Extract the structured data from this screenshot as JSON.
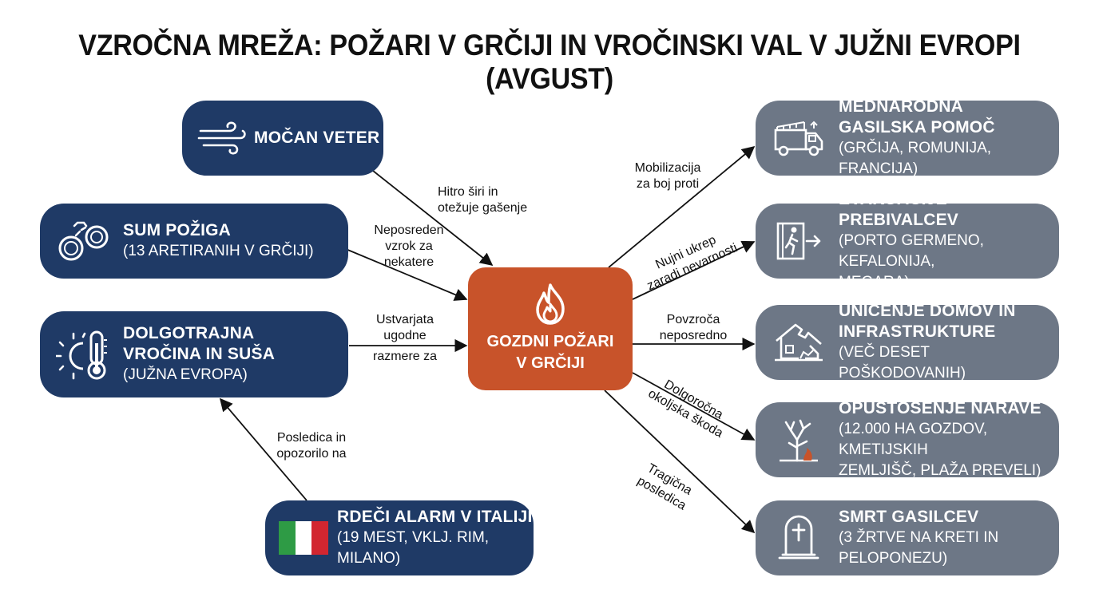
{
  "title": "VZROČNA MREŽA: POŽARI V GRČIJI IN VROČINSKI VAL V JUŽNI EVROPI (AVGUST)",
  "colors": {
    "cause": "#1f3a66",
    "effect": "#6d7786",
    "center": "#c8532a",
    "arrow": "#111111"
  },
  "center": {
    "line1": "GOZDNI POŽARI",
    "line2": "V GRČIJI",
    "icon": "flame-icon"
  },
  "causes": {
    "wind": {
      "title": "MOČAN VETER",
      "icon": "wind-icon"
    },
    "arson": {
      "title": "SUM POŽIGA",
      "sub": "(13 ARETIRANIH V GRČIJI)",
      "icon": "handcuffs-icon"
    },
    "heat": {
      "title1": "DOLGOTRAJNA",
      "title2": "VROČINA IN SUŠA",
      "sub": "(JUŽNA EVROPA)",
      "icon": "sun-thermometer-icon"
    },
    "alarm": {
      "title": "RDEČI ALARM V ITALIJI",
      "sub1": "(19 MEST, VKLJ. RIM,",
      "sub2": "MILANO)",
      "icon": "italy-flag-icon"
    }
  },
  "effects": {
    "aid": {
      "title1": "MEDNARODNA",
      "title2": "GASILSKA POMOČ",
      "sub": "(GRČIJA, ROMUNIJA, FRANCIJA)",
      "icon": "fire-truck-icon"
    },
    "evac": {
      "title": "EVAKUACIJE PREBIVALCEV",
      "sub1": "(PORTO GERMENO, KEFALONIJA,",
      "sub2": "MEGARA)",
      "icon": "exit-door-icon"
    },
    "homes": {
      "title1": "UNIČENJE DOMOV IN",
      "title2": "INFRASTRUKTURE",
      "sub": "(VEČ DESET POŠKODOVANIH)",
      "icon": "damaged-house-icon"
    },
    "nature": {
      "title": "OPUSTOŠENJE NARAVE",
      "sub1": "(12.000 HA GOZDOV, KMETIJSKIH",
      "sub2": "ZEMLJIŠČ, PLAŽA PREVELI)",
      "icon": "burnt-tree-icon"
    },
    "deaths": {
      "title": "SMRT GASILCEV",
      "sub1": "(3 ŽRTVE NA KRETI IN",
      "sub2": "PELOPONEZU)",
      "icon": "gravestone-icon"
    }
  },
  "edges": {
    "wind": {
      "l1": "Hitro širi in",
      "l2": "otežuje gašenje"
    },
    "arson": {
      "l1": "Neposreden",
      "l2": "vzrok za",
      "l3": "nekatere"
    },
    "heat": {
      "l1": "Ustvarjata",
      "l2": "ugodne",
      "l3": "razmere za"
    },
    "alarm": {
      "l1": "Posledica in",
      "l2": "opozorilo na"
    },
    "aid": {
      "l1": "Mobilizacija",
      "l2": "za boj proti"
    },
    "evac": {
      "l1": "Nujni ukrep",
      "l2": "zaradi nevarnosti"
    },
    "homes": {
      "l1": "Povzroča",
      "l2": "neposredno"
    },
    "nature": {
      "l1": "Dolgoročna",
      "l2": "okoljska škoda"
    },
    "deaths": {
      "l1": "Tragična",
      "l2": "posledica"
    }
  }
}
